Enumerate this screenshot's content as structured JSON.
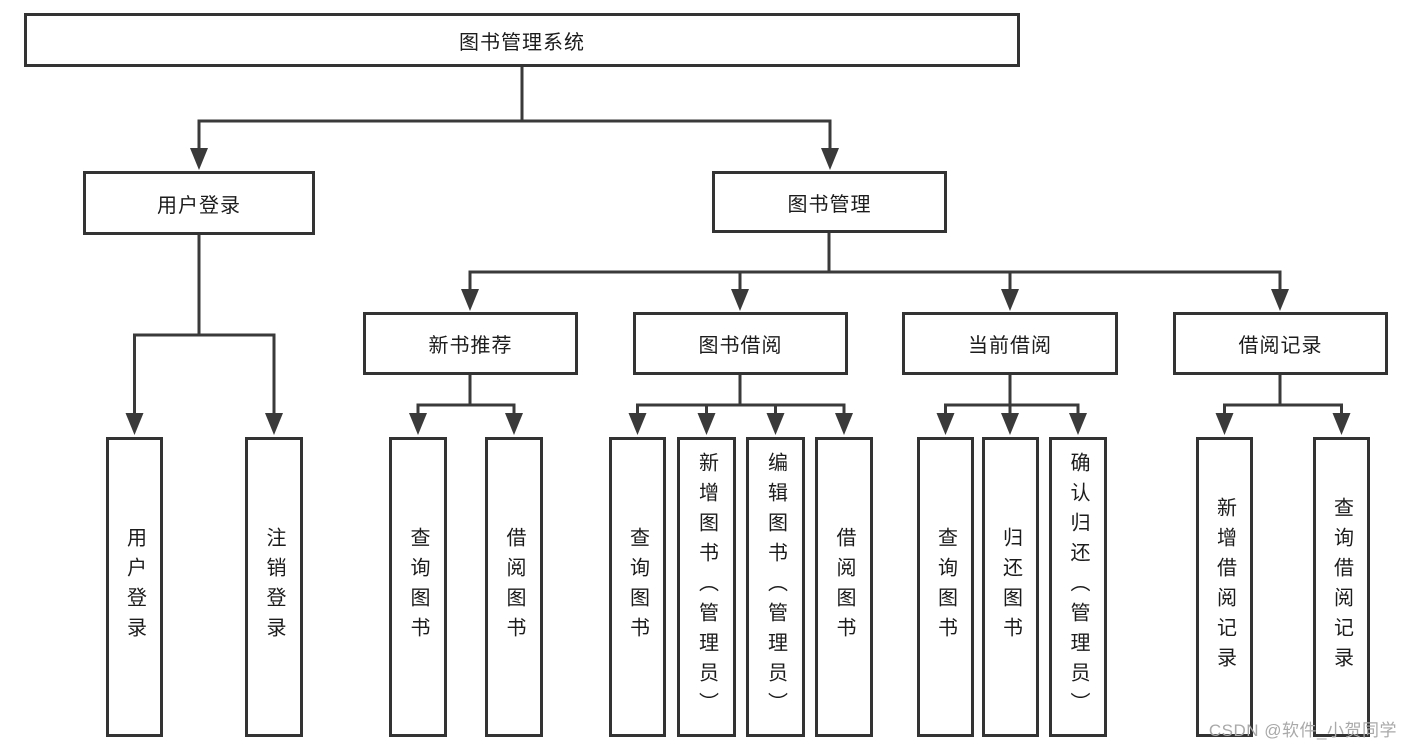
{
  "watermark": "CSDN @软件_小贺同学",
  "colors": {
    "line": "#3a3a3a",
    "border": "#333333",
    "text": "#1c1c1c",
    "background": "#ffffff",
    "watermark": "#a9a9a9"
  },
  "tree": {
    "root": "图书管理系统",
    "branches": [
      {
        "label": "用户登录",
        "children": [
          {
            "label": "用户登录"
          },
          {
            "label": "注销登录"
          }
        ]
      },
      {
        "label": "图书管理",
        "children": [
          {
            "label": "新书推荐",
            "children": [
              {
                "label": "查询图书"
              },
              {
                "label": "借阅图书"
              }
            ]
          },
          {
            "label": "图书借阅",
            "children": [
              {
                "label": "查询图书"
              },
              {
                "label": "新增图书（管理员）"
              },
              {
                "label": "编辑图书（管理员）"
              },
              {
                "label": "借阅图书"
              }
            ]
          },
          {
            "label": "当前借阅",
            "children": [
              {
                "label": "查询图书"
              },
              {
                "label": "归还图书"
              },
              {
                "label": "确认归还（管理员）"
              }
            ]
          },
          {
            "label": "借阅记录",
            "children": [
              {
                "label": "新增借阅记录"
              },
              {
                "label": "查询借阅记录"
              }
            ]
          }
        ]
      }
    ]
  }
}
